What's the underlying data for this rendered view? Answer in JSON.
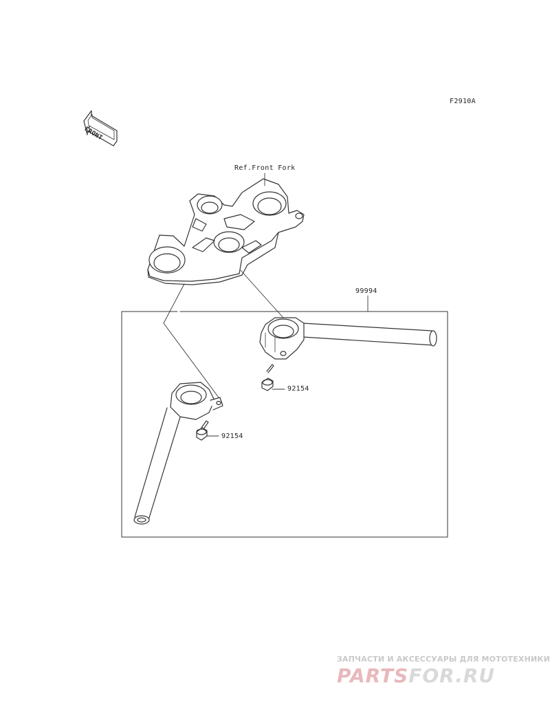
{
  "figure_code": "F2910A",
  "front_label": "FRONT",
  "ref_label": "Ref.Front Fork",
  "parts": {
    "kit": "99994",
    "bolt_right": "92154",
    "bolt_left": "92154"
  },
  "watermark": {
    "tagline": "ЗАПЧАСТИ И АКСЕССУАРЫ ДЛЯ МОТОТЕХНИКИ",
    "logo_a": "PARTS",
    "logo_b": "FOR.RU"
  },
  "colors": {
    "line": "#333333",
    "watermark_red": "#e8b8bc",
    "watermark_grey": "#c9c9c9"
  }
}
